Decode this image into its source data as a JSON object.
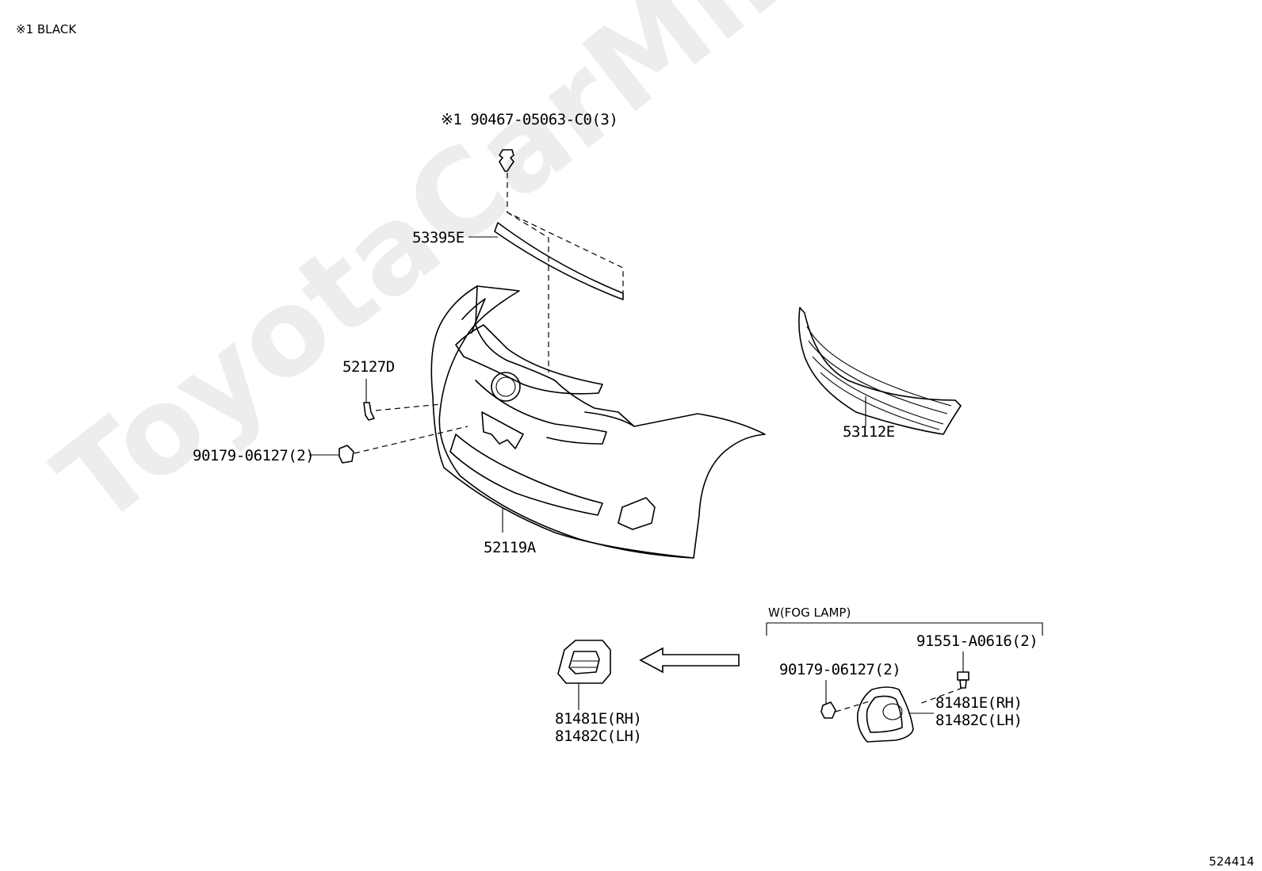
{
  "watermark": "ToyotaCarMine.ru",
  "note": "※1 BLACK",
  "figure_number": "524414",
  "fog_lamp_group": {
    "title": "W(FOG LAMP)"
  },
  "labels": {
    "clip_top": "※1 90467-05063-C0(3)",
    "molding": "53395E",
    "bracket": "52127D",
    "nut_left": "90179-06127(2)",
    "bumper_cover": "52119A",
    "grille": "53112E",
    "bolt_fog": "91551-A0616(2)",
    "nut_fog": "90179-06127(2)",
    "fog_cover_rh_left": "81481E(RH)",
    "fog_cover_lh_left": "81482C(LH)",
    "fog_cover_rh_right": "81481E(RH)",
    "fog_cover_lh_right": "81482C(LH)"
  }
}
